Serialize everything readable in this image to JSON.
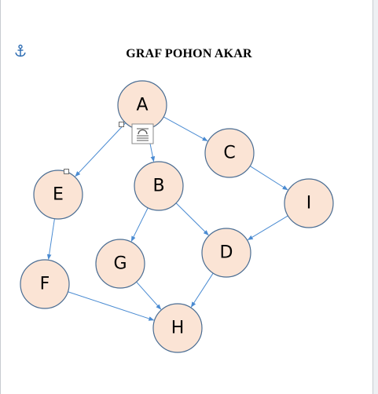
{
  "document": {
    "title": "GRAF POHON AKAR"
  },
  "icons": {
    "anchor": "anchor-icon",
    "layout_options": "layout-options-icon"
  },
  "graph": {
    "nodes": [
      {
        "id": "A",
        "label": "A"
      },
      {
        "id": "B",
        "label": "B"
      },
      {
        "id": "C",
        "label": "C"
      },
      {
        "id": "D",
        "label": "D"
      },
      {
        "id": "E",
        "label": "E"
      },
      {
        "id": "F",
        "label": "F"
      },
      {
        "id": "G",
        "label": "G"
      },
      {
        "id": "H",
        "label": "H"
      },
      {
        "id": "I",
        "label": "I"
      }
    ],
    "edges": [
      [
        "A",
        "B"
      ],
      [
        "A",
        "C"
      ],
      [
        "A",
        "E"
      ],
      [
        "C",
        "I"
      ],
      [
        "I",
        "D"
      ],
      [
        "B",
        "G"
      ],
      [
        "B",
        "D"
      ],
      [
        "E",
        "F"
      ],
      [
        "G",
        "H"
      ],
      [
        "D",
        "H"
      ],
      [
        "F",
        "H"
      ]
    ]
  },
  "colors": {
    "node_fill": "#fbe4d5",
    "node_stroke": "#4a6d93",
    "edge": "#4a8bd2"
  }
}
